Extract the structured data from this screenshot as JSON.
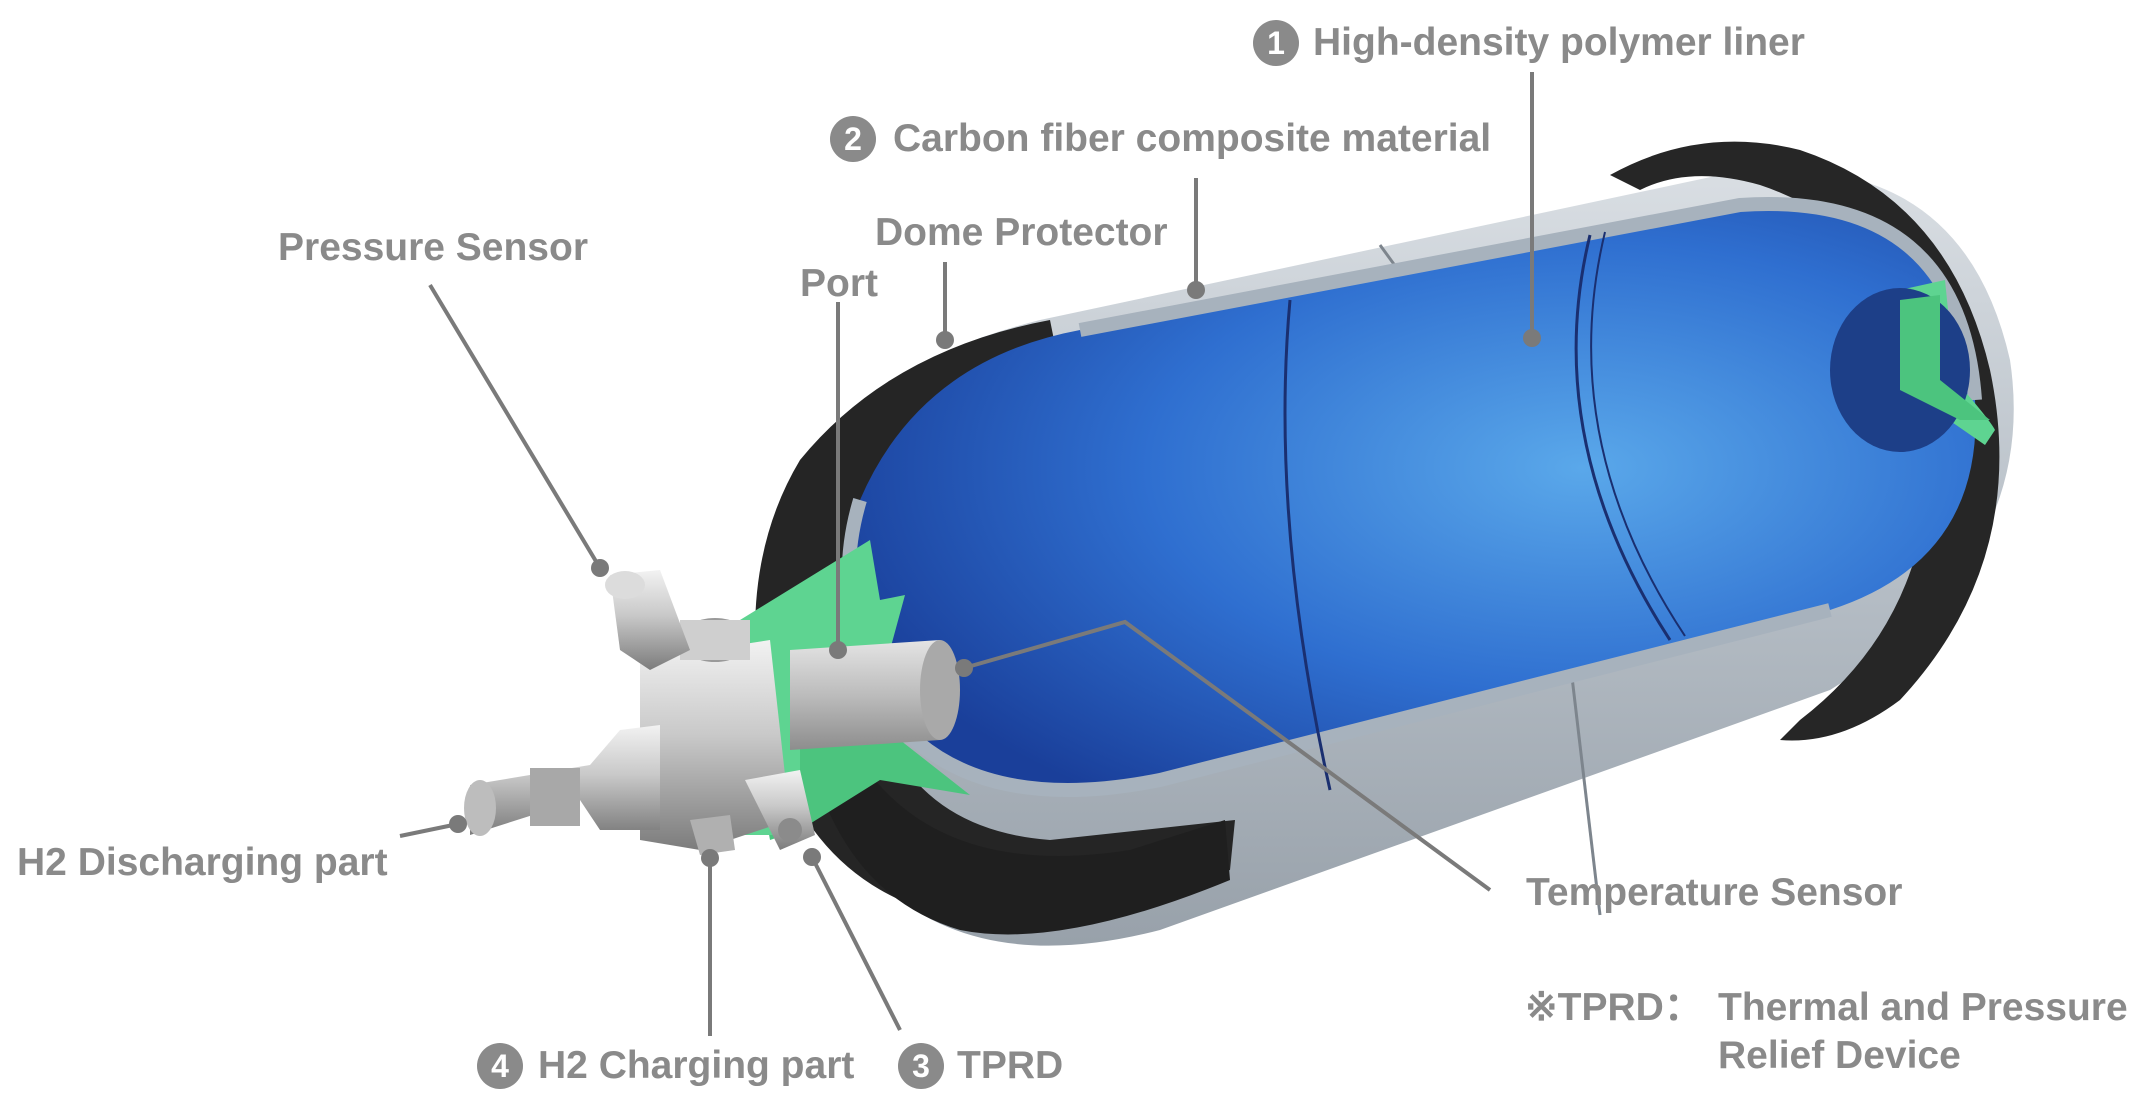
{
  "labels": {
    "liner": {
      "number": "1",
      "text": "High-density polymer liner"
    },
    "composite": {
      "number": "2",
      "text": "Carbon fiber composite material"
    },
    "dome_protector": {
      "text": "Dome Protector"
    },
    "port": {
      "text": "Port"
    },
    "pressure_sensor": {
      "text": "Pressure Sensor"
    },
    "h2_discharging": {
      "text": "H2 Discharging part"
    },
    "temperature_sensor": {
      "text": "Temperature Sensor"
    },
    "h2_charging": {
      "number": "4",
      "text": "H2 Charging part"
    },
    "tprd": {
      "number": "3",
      "text": "TPRD"
    }
  },
  "footnote": {
    "mark": "※TPRD：",
    "line1": "Thermal and Pressure",
    "line2": "Relief Device"
  },
  "colors": {
    "label_gray": "#8a8a8a",
    "liner_blue": "#2f6fd0",
    "composite_gray": "#b4bcc4",
    "protector_black": "#2a2a2a",
    "port_green": "#5ed491"
  }
}
